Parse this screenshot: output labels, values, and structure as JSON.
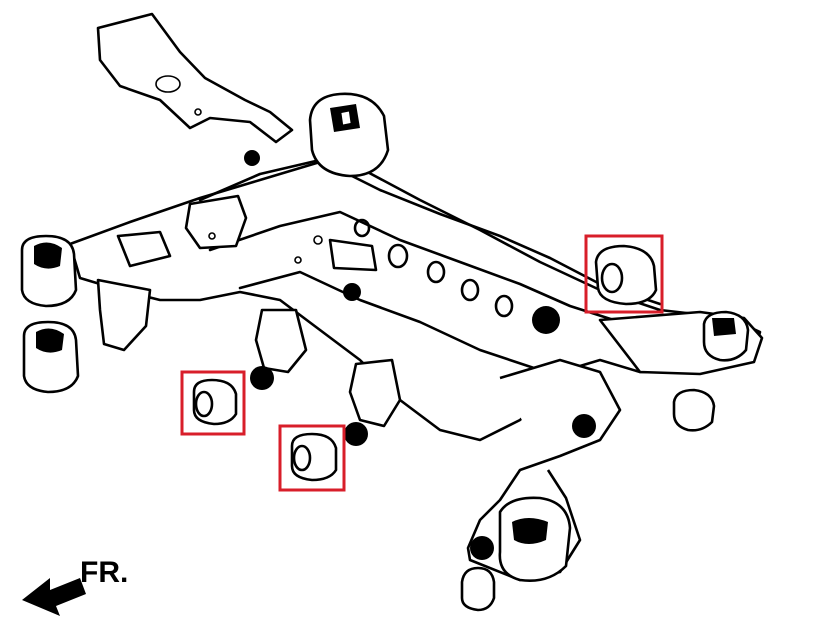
{
  "direction_label": "FR.",
  "colors": {
    "ink": "#000000",
    "highlight": "#d81e2a",
    "background": "#ffffff"
  },
  "highlighted_parts": [
    {
      "name": "bushing-rear-right"
    },
    {
      "name": "bushing-front-left-upper"
    },
    {
      "name": "bushing-front-left-lower"
    }
  ]
}
